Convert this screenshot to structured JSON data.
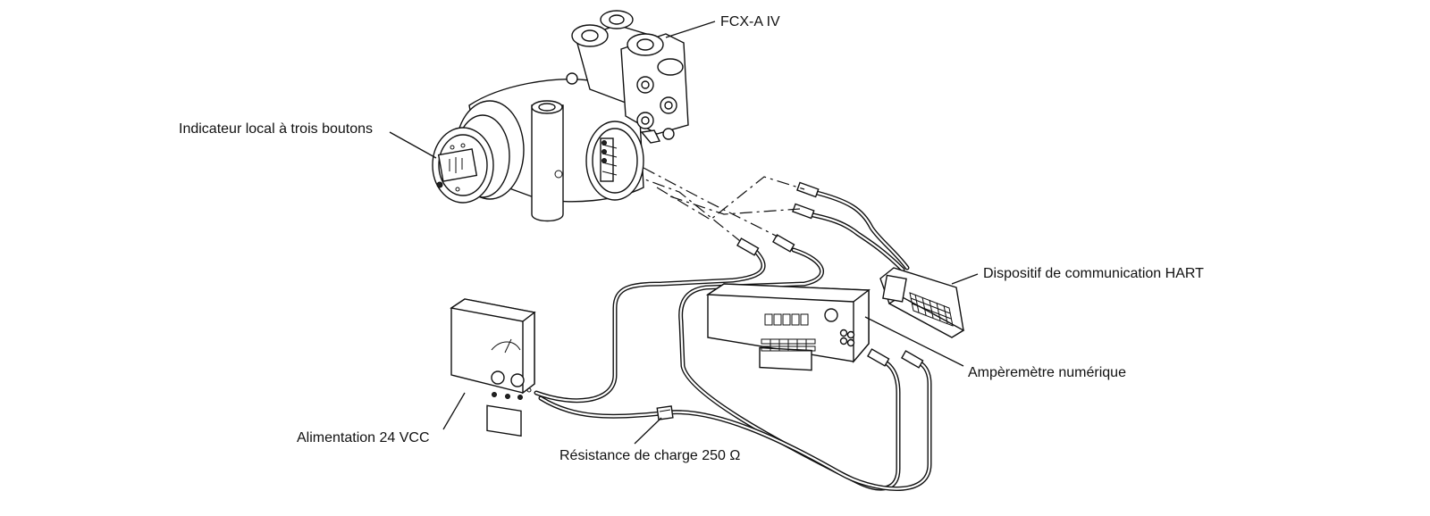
{
  "labels": {
    "transmitter": "FCX-A IV",
    "local_indicator": "Indicateur local à trois boutons",
    "hart_device": "Dispositif de communication HART",
    "ammeter": "Ampèremètre numérique",
    "power_supply": "Alimentation 24 VCC",
    "load_resistor": "Résistance de charge 250 Ω"
  }
}
